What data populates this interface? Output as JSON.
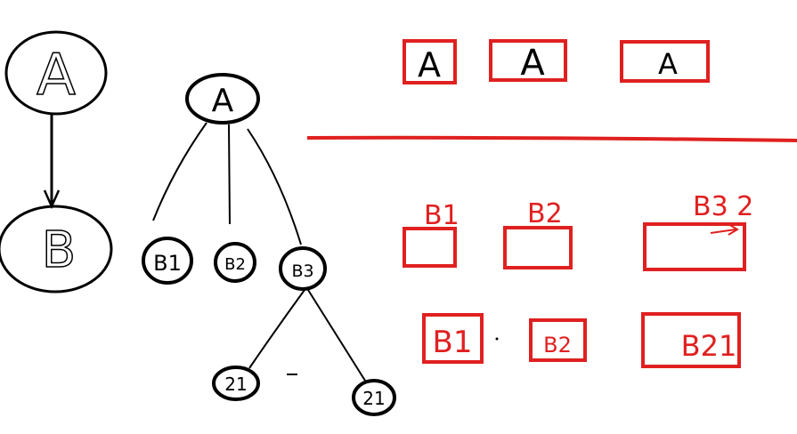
{
  "nodes": {
    "tree1_root": "A",
    "tree1_child": "B",
    "tree2_root": "A",
    "b1": "B1",
    "b2": "B2",
    "b3": "B3",
    "c1": "21",
    "c2": "21"
  },
  "boxes_top": [
    "A",
    "A",
    "A"
  ],
  "labels_mid": [
    "B1",
    "B2",
    "B3 2"
  ],
  "boxes_bottom": [
    "B1",
    "B2",
    "B21"
  ],
  "colors": {
    "ink": "#000000",
    "accent": "#e02020"
  }
}
